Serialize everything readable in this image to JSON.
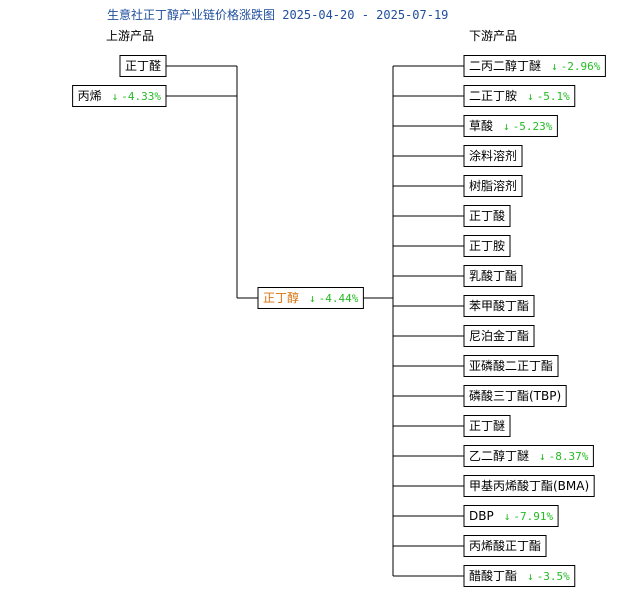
{
  "title": "生意社正丁醇产业链价格涨跌图 2025-04-20 - 2025-07-19",
  "upstream_heading": "上游产品",
  "downstream_heading": "下游产品",
  "colors": {
    "title": "#1f4e9c",
    "center_text": "#d9730d",
    "down_change": "#22bb22",
    "border": "#000000"
  },
  "icons": {
    "down_arrow": "↓"
  },
  "center": {
    "name": "正丁醇",
    "change": "-4.44%"
  },
  "upstream": [
    {
      "name": "正丁醛",
      "change": ""
    },
    {
      "name": "丙烯",
      "change": "-4.33%"
    }
  ],
  "downstream": [
    {
      "name": "二丙二醇丁醚",
      "change": "-2.96%"
    },
    {
      "name": "二正丁胺",
      "change": "-5.1%"
    },
    {
      "name": "草酸",
      "change": "-5.23%"
    },
    {
      "name": "涂料溶剂",
      "change": ""
    },
    {
      "name": "树脂溶剂",
      "change": ""
    },
    {
      "name": "正丁酸",
      "change": ""
    },
    {
      "name": "正丁胺",
      "change": ""
    },
    {
      "name": "乳酸丁酯",
      "change": ""
    },
    {
      "name": "苯甲酸丁酯",
      "change": ""
    },
    {
      "name": "尼泊金丁酯",
      "change": ""
    },
    {
      "name": "亚磷酸二正丁酯",
      "change": ""
    },
    {
      "name": "磷酸三丁酯(TBP)",
      "change": ""
    },
    {
      "name": "正丁醚",
      "change": ""
    },
    {
      "name": "乙二醇丁醚",
      "change": "-8.37%"
    },
    {
      "name": "甲基丙烯酸丁酯(BMA)",
      "change": ""
    },
    {
      "name": "DBP",
      "change": "-7.91%"
    },
    {
      "name": "丙烯酸正丁酯",
      "change": ""
    },
    {
      "name": "醋酸丁酯",
      "change": "-3.5%"
    }
  ]
}
